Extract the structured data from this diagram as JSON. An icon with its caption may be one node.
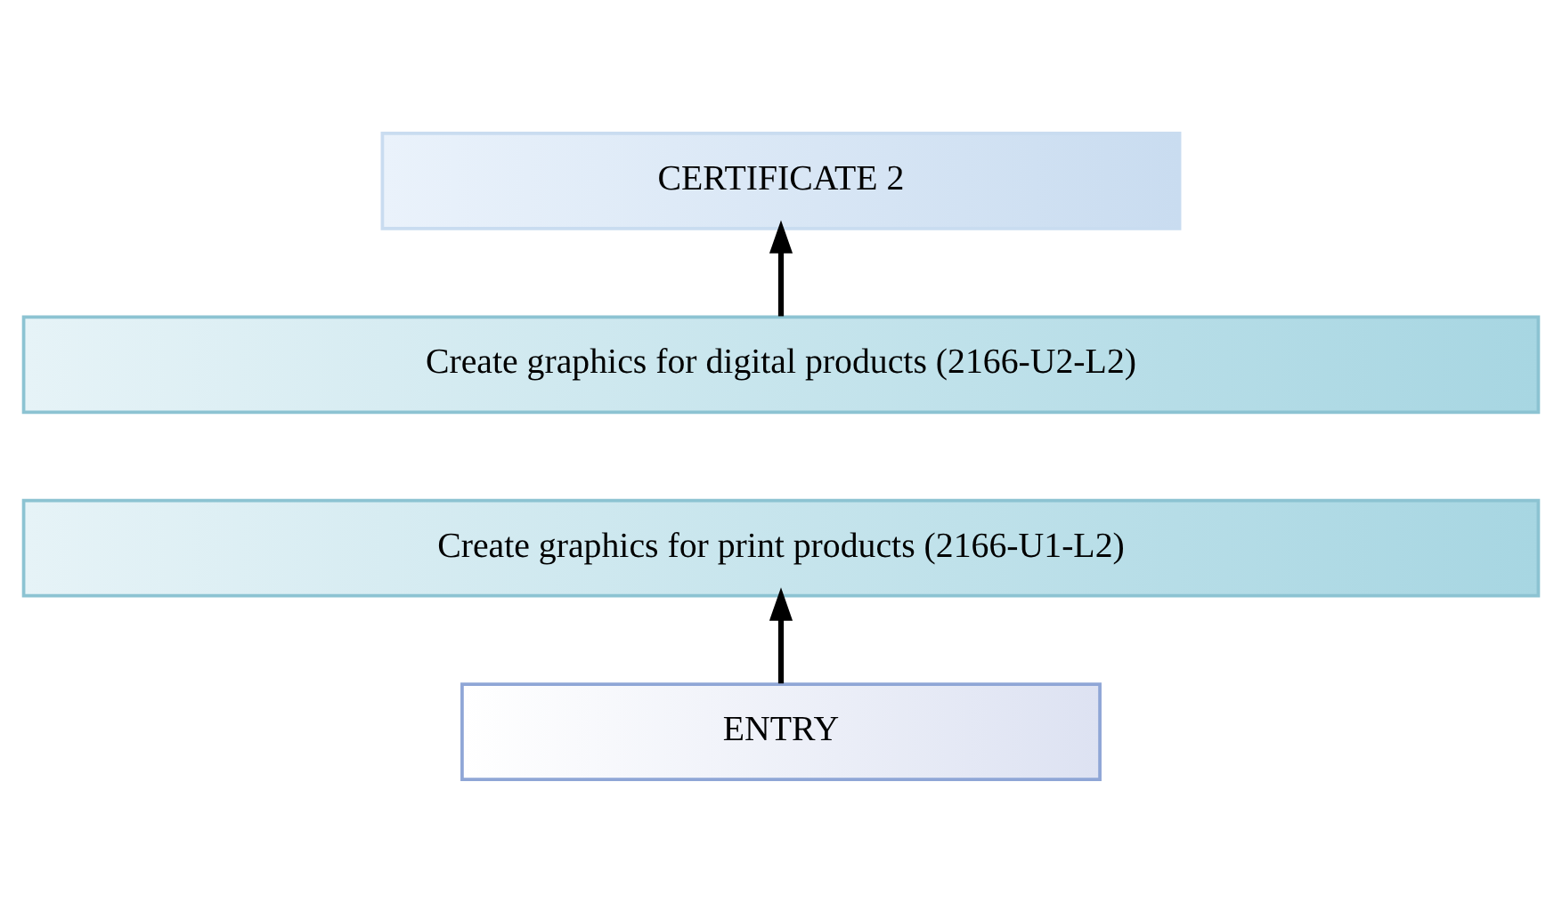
{
  "diagram": {
    "nodes": [
      {
        "text": [
          "CERTIFICATE 2"
        ]
      },
      {
        "text": [
          "Create graphics for digital products (2166-U2-L2)"
        ]
      },
      {
        "text": [
          "Create graphics for print products (2166-U1-L2)"
        ]
      },
      {
        "text": [
          "ENTRY"
        ]
      }
    ],
    "edges": [
      {
        "from": 3,
        "to": 2,
        "arrow": "to"
      },
      {
        "from": 1,
        "to": 0,
        "arrow": "to"
      }
    ]
  }
}
